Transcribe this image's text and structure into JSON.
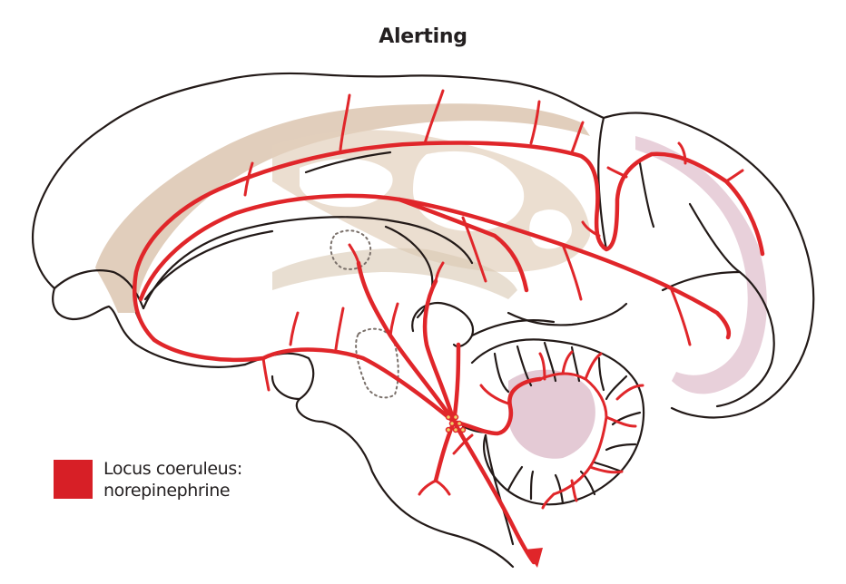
{
  "figure": {
    "title": "Alerting",
    "subject": "sagittal-brain-section",
    "colors": {
      "projection": "#e0262a",
      "legend_swatch": "#d71f26",
      "outline": "#231a18",
      "cortex_shading": "#d9c3ae",
      "cortex_shading_pink": "#dcb7c6",
      "background": "#ffffff"
    }
  },
  "legend": {
    "items": [
      {
        "label_line1": "Locus coeruleus:",
        "label_line2": "norepinephrine",
        "color": "#d71f26"
      }
    ]
  }
}
